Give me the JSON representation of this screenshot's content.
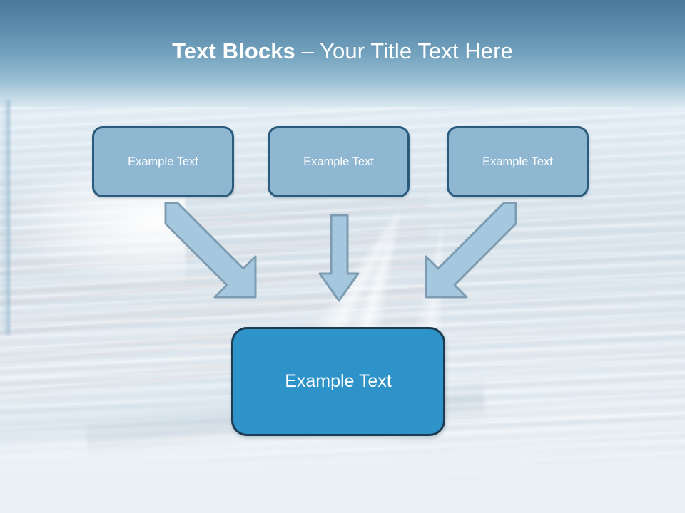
{
  "slide": {
    "title": {
      "bold_part": "Text Blocks",
      "separator": " – ",
      "normal_part": "Your Title Text Here",
      "color": "#ffffff"
    },
    "theme": {
      "top_band_color": "#49789a",
      "box_fill": "#8fb7d2",
      "box_border": "#2b5b7c",
      "result_fill": "#2e93c8",
      "result_border": "#1d3c52",
      "arrow_fill": "#a6c8df",
      "arrow_stroke": "#7796ac",
      "text_color": "#ffffff"
    },
    "top_boxes": [
      {
        "label": "Example Text"
      },
      {
        "label": "Example Text"
      },
      {
        "label": "Example Text"
      }
    ],
    "result_box": {
      "label": "Example Text"
    },
    "arrows": [
      {
        "name": "arrow-down-right",
        "from_box": 1,
        "to": "result"
      },
      {
        "name": "arrow-down",
        "from_box": 2,
        "to": "result"
      },
      {
        "name": "arrow-down-left",
        "from_box": 3,
        "to": "result"
      }
    ]
  }
}
